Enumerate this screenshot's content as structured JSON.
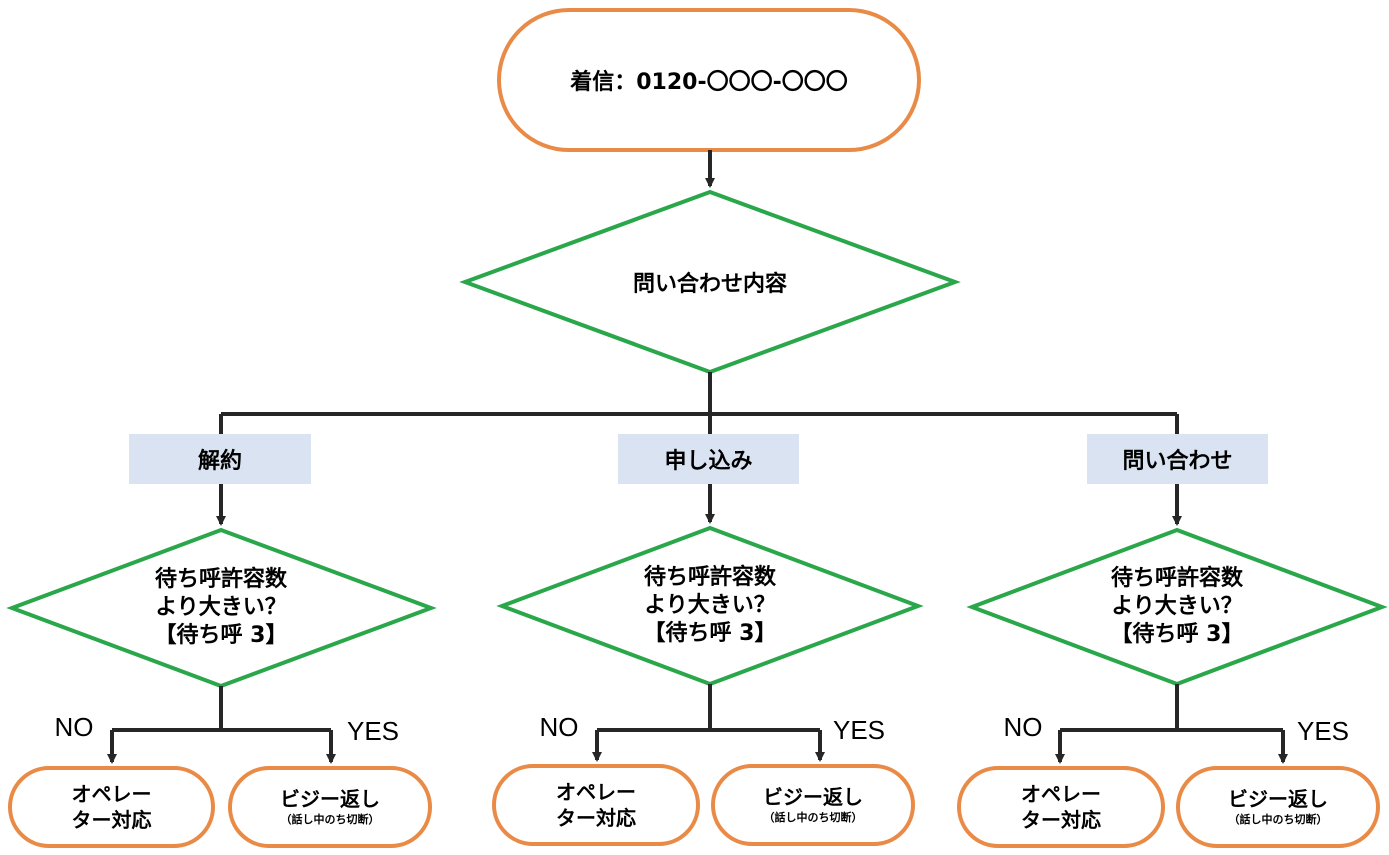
{
  "start": {
    "label": "着信：0120-〇〇〇-〇〇〇"
  },
  "decision": {
    "label": "問い合わせ内容"
  },
  "colors": {
    "start_border": "#e98a46",
    "decision_border": "#2aa64b",
    "terminal_border": "#e98a46",
    "branch_fill": "#dae3f1",
    "line": "#262626"
  },
  "branches": [
    {
      "label": "解約",
      "question": [
        "待ち呼許容数",
        "より大きい？",
        "【待ち呼 3】"
      ],
      "no_label": "NO",
      "yes_label": "YES",
      "no_result": [
        "オペレー",
        "ター対応"
      ],
      "yes_result": "ビジー返し",
      "yes_note": "（話し中のち切断）"
    },
    {
      "label": "申し込み",
      "question": [
        "待ち呼許容数",
        "より大きい？",
        "【待ち呼 3】"
      ],
      "no_label": "NO",
      "yes_label": "YES",
      "no_result": [
        "オペレー",
        "ター対応"
      ],
      "yes_result": "ビジー返し",
      "yes_note": "（話し中のち切断）"
    },
    {
      "label": "問い合わせ",
      "question": [
        "待ち呼許容数",
        "より大きい？",
        "【待ち呼 3】"
      ],
      "no_label": "NO",
      "yes_label": "YES",
      "no_result": [
        "オペレー",
        "ター対応"
      ],
      "yes_result": "ビジー返し",
      "yes_note": "（話し中のち切断）"
    }
  ]
}
